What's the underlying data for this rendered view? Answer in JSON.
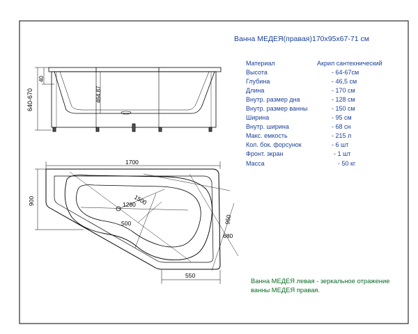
{
  "title": "Ванна МЕДЕЯ(правая)170х95х67-71 см",
  "specs": [
    {
      "label": "Материал",
      "value": "Акрил сантехнический"
    },
    {
      "label": "Высота",
      "value": "- 64-67см"
    },
    {
      "label": "Глубина",
      "value": "- 46,5 см"
    },
    {
      "label": "Длина",
      "value": "- 170 см"
    },
    {
      "label": "Внутр. размер дна",
      "value": "- 128 см"
    },
    {
      "label": "Внутр. размер ванны",
      "value": "- 150 см"
    },
    {
      "label": "Ширина",
      "value": "- 95 см"
    },
    {
      "label": "Внутр. ширина",
      "value": "- 68 сн"
    },
    {
      "label": "Макс. емкость",
      "value": "- 215  л"
    },
    {
      "label": "Кол. бок. форсунок",
      "value": "- 6 шт"
    },
    {
      "label": "Фронт. экран",
      "value": "- 1 шт"
    },
    {
      "label": "Масса",
      "value": "- 50 кг"
    }
  ],
  "note": "Ванна МЕДЕЯ левая - зеркальное отражение ванны МЕДЕЯ правая.",
  "side_dims": {
    "height": "640-670",
    "rim": "40",
    "depth": "464.87"
  },
  "top_dims": {
    "length": "1700",
    "width": "900",
    "inner_length": "1500",
    "bottom_length": "1280",
    "bottom_width": "500",
    "diagonal": "950",
    "short_side": "680",
    "front_edge": "550"
  },
  "colors": {
    "text": "#1a3f97",
    "note": "#0c6a25",
    "line": "#000000"
  }
}
